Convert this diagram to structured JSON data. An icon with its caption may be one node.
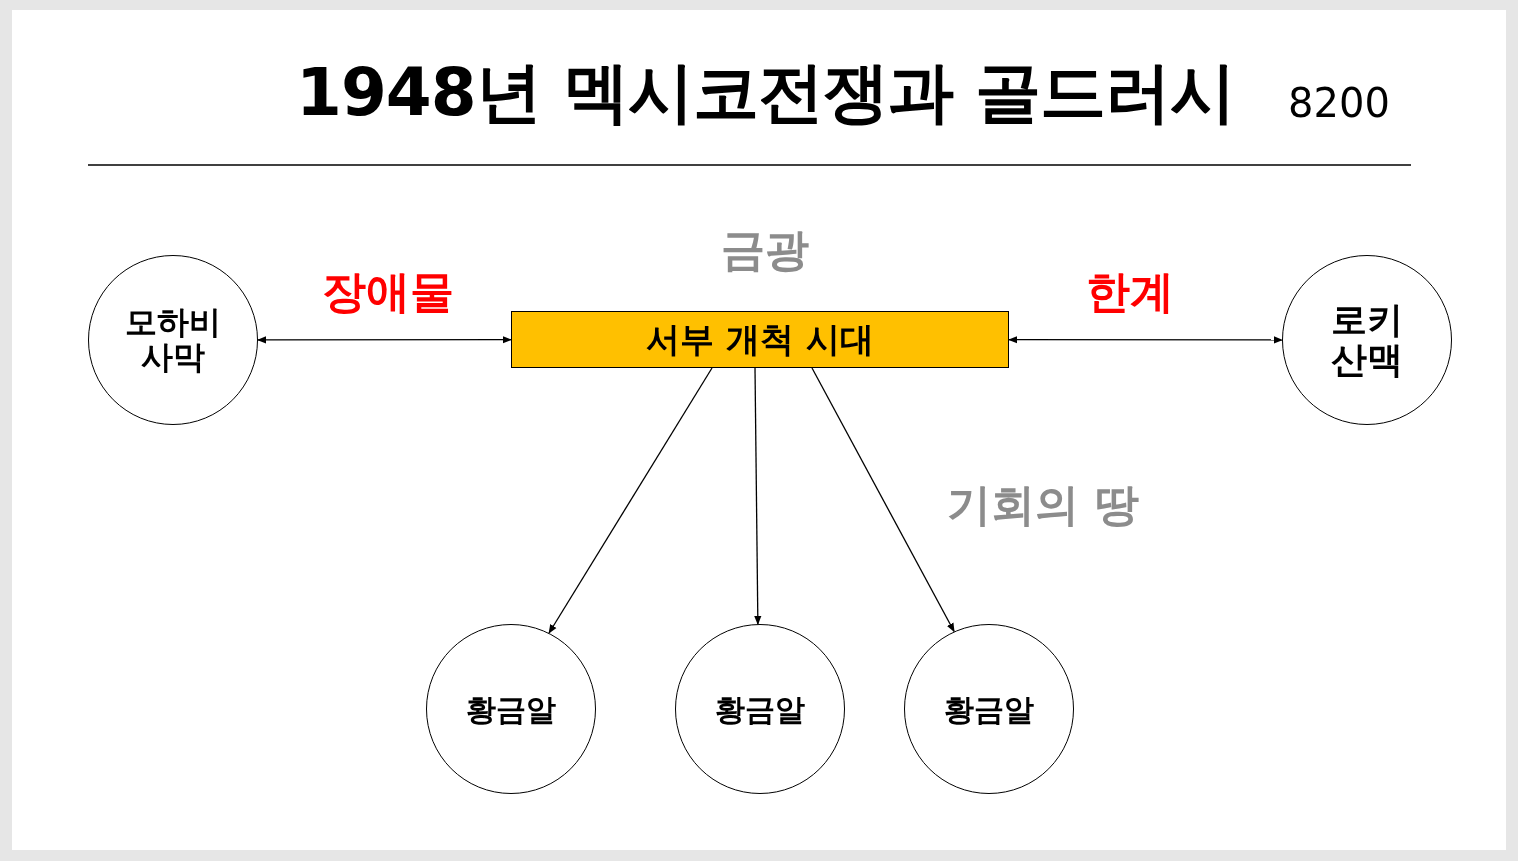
{
  "diagram": {
    "title": "1948년 멕시코전쟁과 골드러시",
    "nodes": [
      {
        "text": [
          "모하비 사막"
        ]
      },
      {
        "text": [
          "서부 개척 시대"
        ]
      },
      {
        "text": [
          "로키 산맥"
        ]
      },
      {
        "text": [
          "황금알"
        ]
      },
      {
        "text": [
          "황금알"
        ]
      },
      {
        "text": [
          "황금알"
        ]
      }
    ],
    "edges": [
      {
        "from": 0,
        "to": 1,
        "arrow": "both",
        "label": "장애물"
      },
      {
        "from": 1,
        "to": 2,
        "arrow": "both",
        "label": "한계"
      },
      {
        "from": 1,
        "to": 3,
        "arrow": "to"
      },
      {
        "from": 1,
        "to": 4,
        "arrow": "to"
      },
      {
        "from": 1,
        "to": 5,
        "arrow": "to"
      }
    ],
    "labels": [
      "8200",
      "금광",
      "기회의 땅"
    ]
  }
}
